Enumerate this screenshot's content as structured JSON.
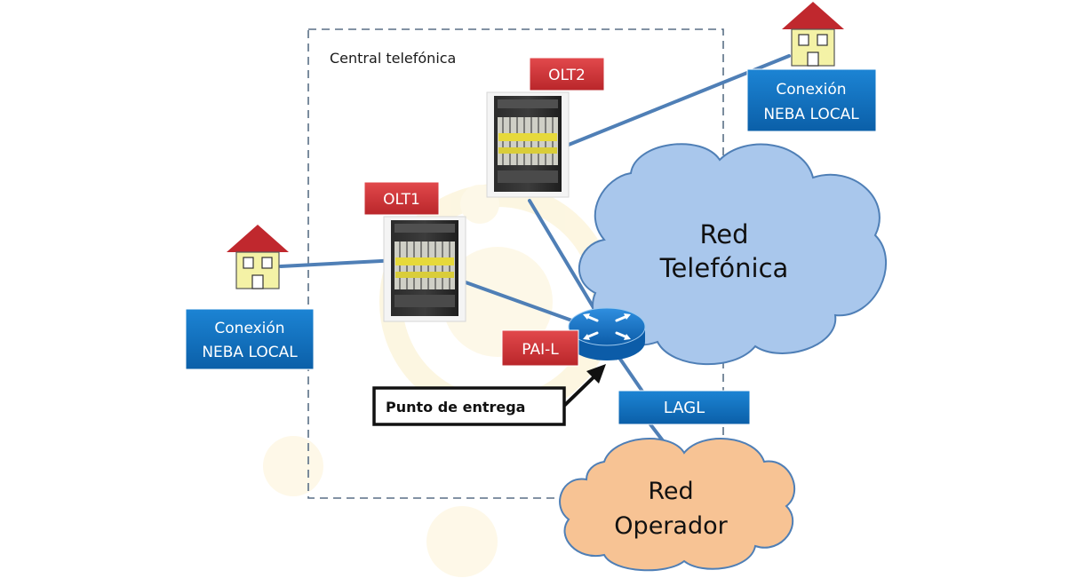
{
  "central": {
    "title": "Central telefónica"
  },
  "olts": [
    {
      "label": "OLT2"
    },
    {
      "label": "OLT1"
    }
  ],
  "connections": [
    {
      "line1": "Conexión",
      "line2": "NEBA LOCAL"
    },
    {
      "line1": "Conexión",
      "line2": "NEBA LOCAL"
    }
  ],
  "clouds": {
    "telefonica": {
      "line1": "Red",
      "line2": "Telefónica"
    },
    "operador": {
      "line1": "Red",
      "line2": "Operador"
    }
  },
  "router": {
    "label": "PAI-L"
  },
  "delivery": {
    "label": "Punto de entrega"
  },
  "lagl": {
    "label": "LAGL"
  },
  "colors": {
    "cloud_blue": "#a9c7ec",
    "cloud_orange": "#f7c394",
    "label_red": "#d9363a",
    "box_blue": "#0f70c0",
    "link_blue": "#4f7fb6",
    "house_roof": "#c0282e",
    "house_wall": "#f4f2a6"
  }
}
